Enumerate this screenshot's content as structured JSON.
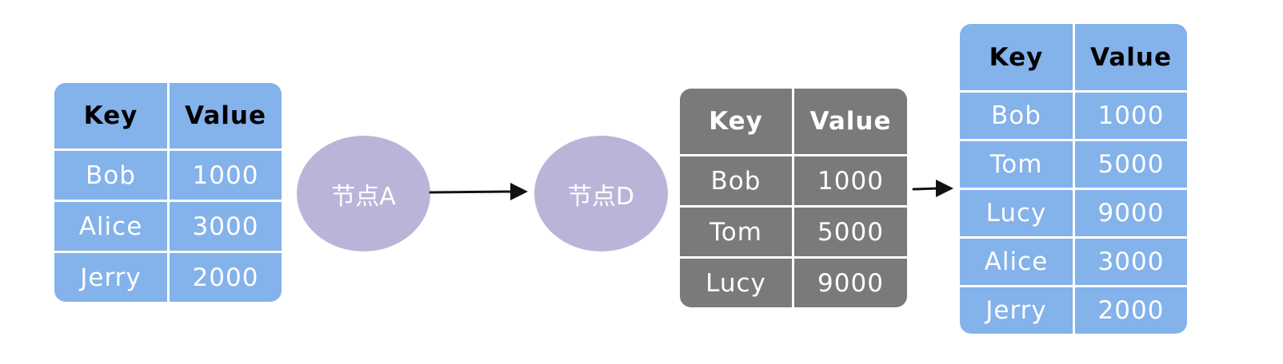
{
  "table_a": {
    "headers": {
      "key": "Key",
      "value": "Value"
    },
    "rows": [
      {
        "key": "Bob",
        "value": "1000"
      },
      {
        "key": "Alice",
        "value": "3000"
      },
      {
        "key": "Jerry",
        "value": "2000"
      }
    ]
  },
  "node_a": {
    "label": "节点A"
  },
  "node_d": {
    "label": "节点D"
  },
  "table_d": {
    "headers": {
      "key": "Key",
      "value": "Value"
    },
    "rows": [
      {
        "key": "Bob",
        "value": "1000"
      },
      {
        "key": "Tom",
        "value": "5000"
      },
      {
        "key": "Lucy",
        "value": "9000"
      }
    ]
  },
  "table_result": {
    "headers": {
      "key": "Key",
      "value": "Value"
    },
    "rows": [
      {
        "key": "Bob",
        "value": "1000"
      },
      {
        "key": "Tom",
        "value": "5000"
      },
      {
        "key": "Lucy",
        "value": "9000"
      },
      {
        "key": "Alice",
        "value": "3000"
      },
      {
        "key": "Jerry",
        "value": "2000"
      }
    ]
  },
  "colors": {
    "table_blue": "#84b2ea",
    "table_grey": "#7a7a7a",
    "node_purple": "#bcb4d8",
    "arrow": "#111111"
  }
}
